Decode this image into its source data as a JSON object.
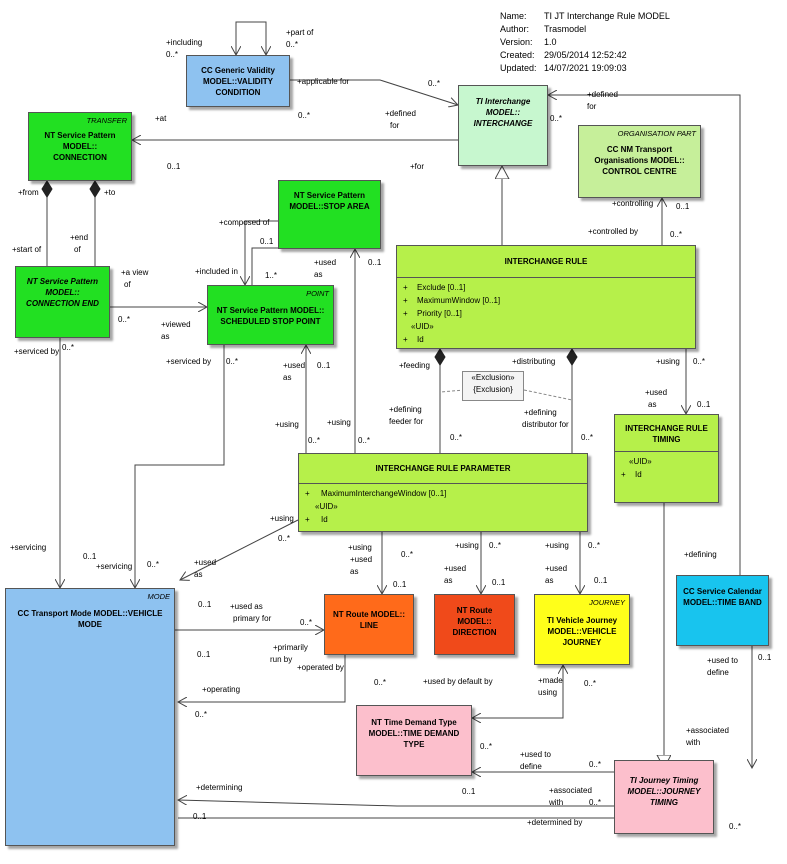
{
  "meta": {
    "rows": [
      {
        "k": "Name:",
        "v": "TI JT Interchange Rule MODEL"
      },
      {
        "k": "Author:",
        "v": "Trasmodel"
      },
      {
        "k": "Version:",
        "v": "1.0"
      },
      {
        "k": "Created:",
        "v": "29/05/2014 12:52:42"
      },
      {
        "k": "Updated:",
        "v": "14/07/2021 19:09:03"
      }
    ]
  },
  "boxes": {
    "validity": {
      "lines": [
        "CC Generic Validity",
        "MODEL::VALIDITY",
        "CONDITION"
      ]
    },
    "interchange": {
      "lines": [
        "TI Interchange",
        "MODEL::",
        "INTERCHANGE"
      ]
    },
    "connection": {
      "stereo": "TRANSFER",
      "lines": [
        "NT Service Pattern",
        "MODEL::",
        "CONNECTION"
      ]
    },
    "stop_area": {
      "lines": [
        "NT Service Pattern",
        "MODEL::STOP AREA"
      ]
    },
    "control_centre": {
      "stereo": "ORGANISATION PART",
      "lines": [
        "CC NM Transport",
        "Organisations MODEL::",
        "CONTROL CENTRE"
      ]
    },
    "connection_end": {
      "lines": [
        "NT Service Pattern",
        "MODEL::",
        "CONNECTION END"
      ]
    },
    "scheduled_stop": {
      "stereo": "POINT",
      "lines": [
        "NT Service Pattern MODEL::",
        "SCHEDULED STOP POINT"
      ]
    },
    "interchange_rule": {
      "lines": [
        "INTERCHANGE RULE"
      ],
      "attrs": [
        "Exclude [0..1]",
        "MaximumWindow [0..1]",
        "Priority [0..1]"
      ],
      "uid": "«UID»",
      "id": "Id"
    },
    "rule_parameter": {
      "lines": [
        "INTERCHANGE RULE PARAMETER"
      ],
      "attrs": [
        "MaximumInterchangeWindow [0..1]"
      ],
      "uid": "«UID»",
      "id": "Id"
    },
    "rule_timing": {
      "lines": [
        "INTERCHANGE RULE",
        "TIMING"
      ],
      "uid": "«UID»",
      "id": "Id"
    },
    "vehicle_mode": {
      "stereo": "MODE",
      "lines": [
        "CC Transport Mode MODEL::VEHICLE",
        "MODE"
      ]
    },
    "line": {
      "lines": [
        "NT Route MODEL::",
        "LINE"
      ]
    },
    "direction": {
      "lines": [
        "NT Route",
        "MODEL::",
        "DIRECTION"
      ]
    },
    "vehicle_journey": {
      "stereo": "JOURNEY",
      "lines": [
        "TI Vehicle Journey",
        "MODEL::VEHICLE",
        "JOURNEY"
      ]
    },
    "time_band": {
      "lines": [
        "CC Service Calendar",
        "MODEL::TIME BAND"
      ]
    },
    "time_demand": {
      "lines": [
        "NT Time Demand Type",
        "MODEL::TIME DEMAND",
        "TYPE"
      ]
    },
    "journey_timing": {
      "lines": [
        "TI Journey Timing",
        "MODEL::JOURNEY",
        "TIMING"
      ]
    }
  },
  "note": {
    "lines": [
      "«Exclusion»",
      "{Exclusion}"
    ]
  },
  "labels": [
    "+including",
    "0..*",
    "+part of",
    "0..*",
    "+applicable for",
    "0..*",
    "+defined",
    "for",
    "0..*",
    "+defined",
    "for",
    "0..*",
    "+at",
    "0..1",
    "+for",
    "+from",
    "+to",
    "+start of",
    "+end",
    "of",
    "+a view",
    "of",
    "0..*",
    "+composed of",
    "0..1",
    "+included in",
    "1..*",
    "+used",
    "as",
    "0..1",
    "+viewed",
    "as",
    "+controlling",
    "0..1",
    "+controlled by",
    "0..*",
    "+serviced by",
    "0..*",
    "+serviced by",
    "0..*",
    "+used",
    "as",
    "0..1",
    "+feeding",
    "+distributing",
    "+using",
    "0..*",
    "+used",
    "as",
    "0..1",
    "+defining",
    "feeder for",
    "0..*",
    "+defining",
    "distributor for",
    "0..*",
    "+using",
    "0..*",
    "+using",
    "0..*",
    "+using",
    "0..*",
    "+servicing",
    "0..1",
    "+servicing",
    "0..*",
    "+used",
    "as",
    "+using",
    "+used",
    "as",
    "0..1",
    "0..*",
    "+using",
    "0..*",
    "+used",
    "as",
    "0..1",
    "+using",
    "0..*",
    "+used",
    "as",
    "0..1",
    "+defining",
    "0..1",
    "+used as",
    "primary for",
    "0..*",
    "+primarily",
    "run by",
    "+operated by",
    "0..1",
    "0..*",
    "+operating",
    "0..*",
    "+used by default by",
    "+made",
    "using",
    "0..*",
    "+used to",
    "define",
    "0..1",
    "+associated",
    "with",
    "0..*",
    "+used to",
    "define",
    "0..*",
    "0..1",
    "+associated",
    "with",
    "0..*",
    "+determining",
    "0..1",
    "+determined by",
    "0..*"
  ]
}
